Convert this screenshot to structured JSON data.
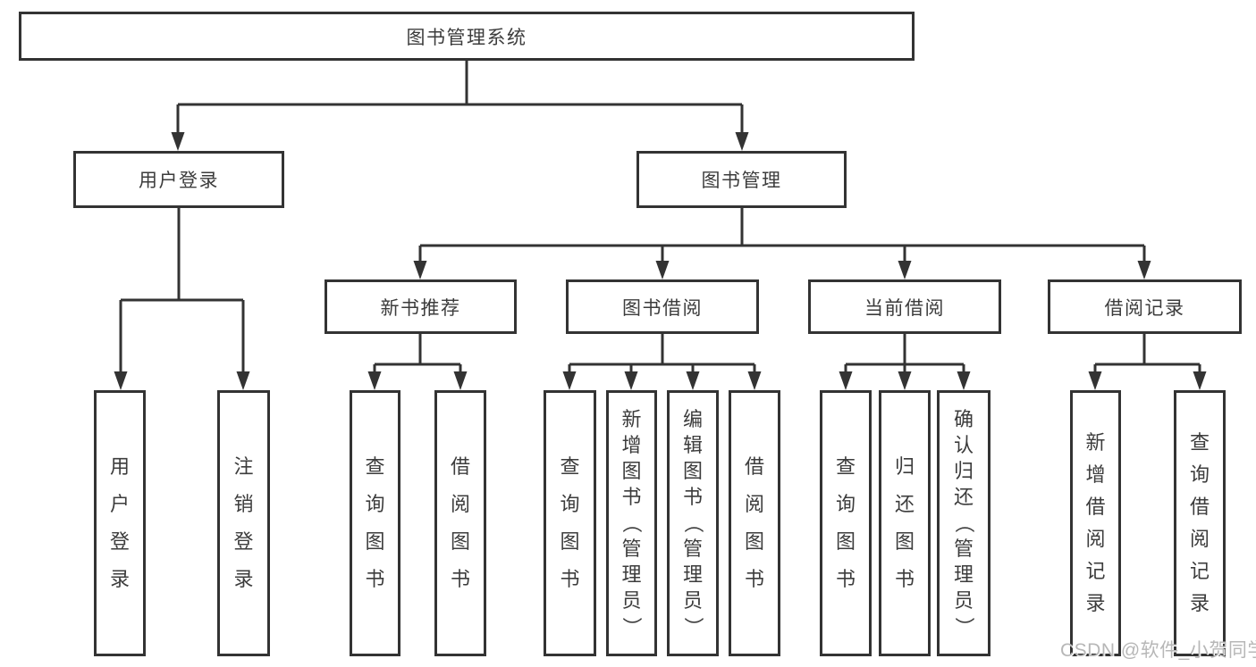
{
  "nodes": {
    "root": {
      "label": "图书管理系统"
    },
    "user_login": {
      "label": "用户登录"
    },
    "book_mgmt": {
      "label": "图书管理"
    },
    "new_book_rec": {
      "label": "新书推荐"
    },
    "book_borrow": {
      "label": "图书借阅"
    },
    "current_borrow": {
      "label": "当前借阅"
    },
    "borrow_records": {
      "label": "借阅记录"
    },
    "leaf_user_login": {
      "label": "用户登录"
    },
    "leaf_logout": {
      "label": "注销登录"
    },
    "leaf_query_book_1": {
      "label": "查询图书"
    },
    "leaf_borrow_book_1": {
      "label": "借阅图书"
    },
    "leaf_query_book_2": {
      "label": "查询图书"
    },
    "leaf_add_book": {
      "label": "新增图书（管理员）"
    },
    "leaf_edit_book": {
      "label": "编辑图书（管理员）"
    },
    "leaf_borrow_book_2": {
      "label": "借阅图书"
    },
    "leaf_query_book_3": {
      "label": "查询图书"
    },
    "leaf_return_book": {
      "label": "归还图书"
    },
    "leaf_confirm_return": {
      "label": "确认归还（管理员）"
    },
    "leaf_add_record": {
      "label": "新增借阅记录"
    },
    "leaf_query_record": {
      "label": "查询借阅记录"
    }
  },
  "edges": [
    {
      "from": "root",
      "to": "user_login"
    },
    {
      "from": "root",
      "to": "book_mgmt"
    },
    {
      "from": "user_login",
      "to": "leaf_user_login"
    },
    {
      "from": "user_login",
      "to": "leaf_logout"
    },
    {
      "from": "book_mgmt",
      "to": "new_book_rec"
    },
    {
      "from": "book_mgmt",
      "to": "book_borrow"
    },
    {
      "from": "book_mgmt",
      "to": "current_borrow"
    },
    {
      "from": "book_mgmt",
      "to": "borrow_records"
    },
    {
      "from": "new_book_rec",
      "to": "leaf_query_book_1"
    },
    {
      "from": "new_book_rec",
      "to": "leaf_borrow_book_1"
    },
    {
      "from": "book_borrow",
      "to": "leaf_query_book_2"
    },
    {
      "from": "book_borrow",
      "to": "leaf_add_book"
    },
    {
      "from": "book_borrow",
      "to": "leaf_edit_book"
    },
    {
      "from": "book_borrow",
      "to": "leaf_borrow_book_2"
    },
    {
      "from": "current_borrow",
      "to": "leaf_query_book_3"
    },
    {
      "from": "current_borrow",
      "to": "leaf_return_book"
    },
    {
      "from": "current_borrow",
      "to": "leaf_confirm_return"
    },
    {
      "from": "borrow_records",
      "to": "leaf_add_record"
    },
    {
      "from": "borrow_records",
      "to": "leaf_query_record"
    }
  ],
  "watermark": "CSDN @软件_小贺同学",
  "colors": {
    "line": "#333333",
    "text": "#3c3c3c",
    "background": "#ffffff",
    "watermark": "#b7b7b7"
  }
}
